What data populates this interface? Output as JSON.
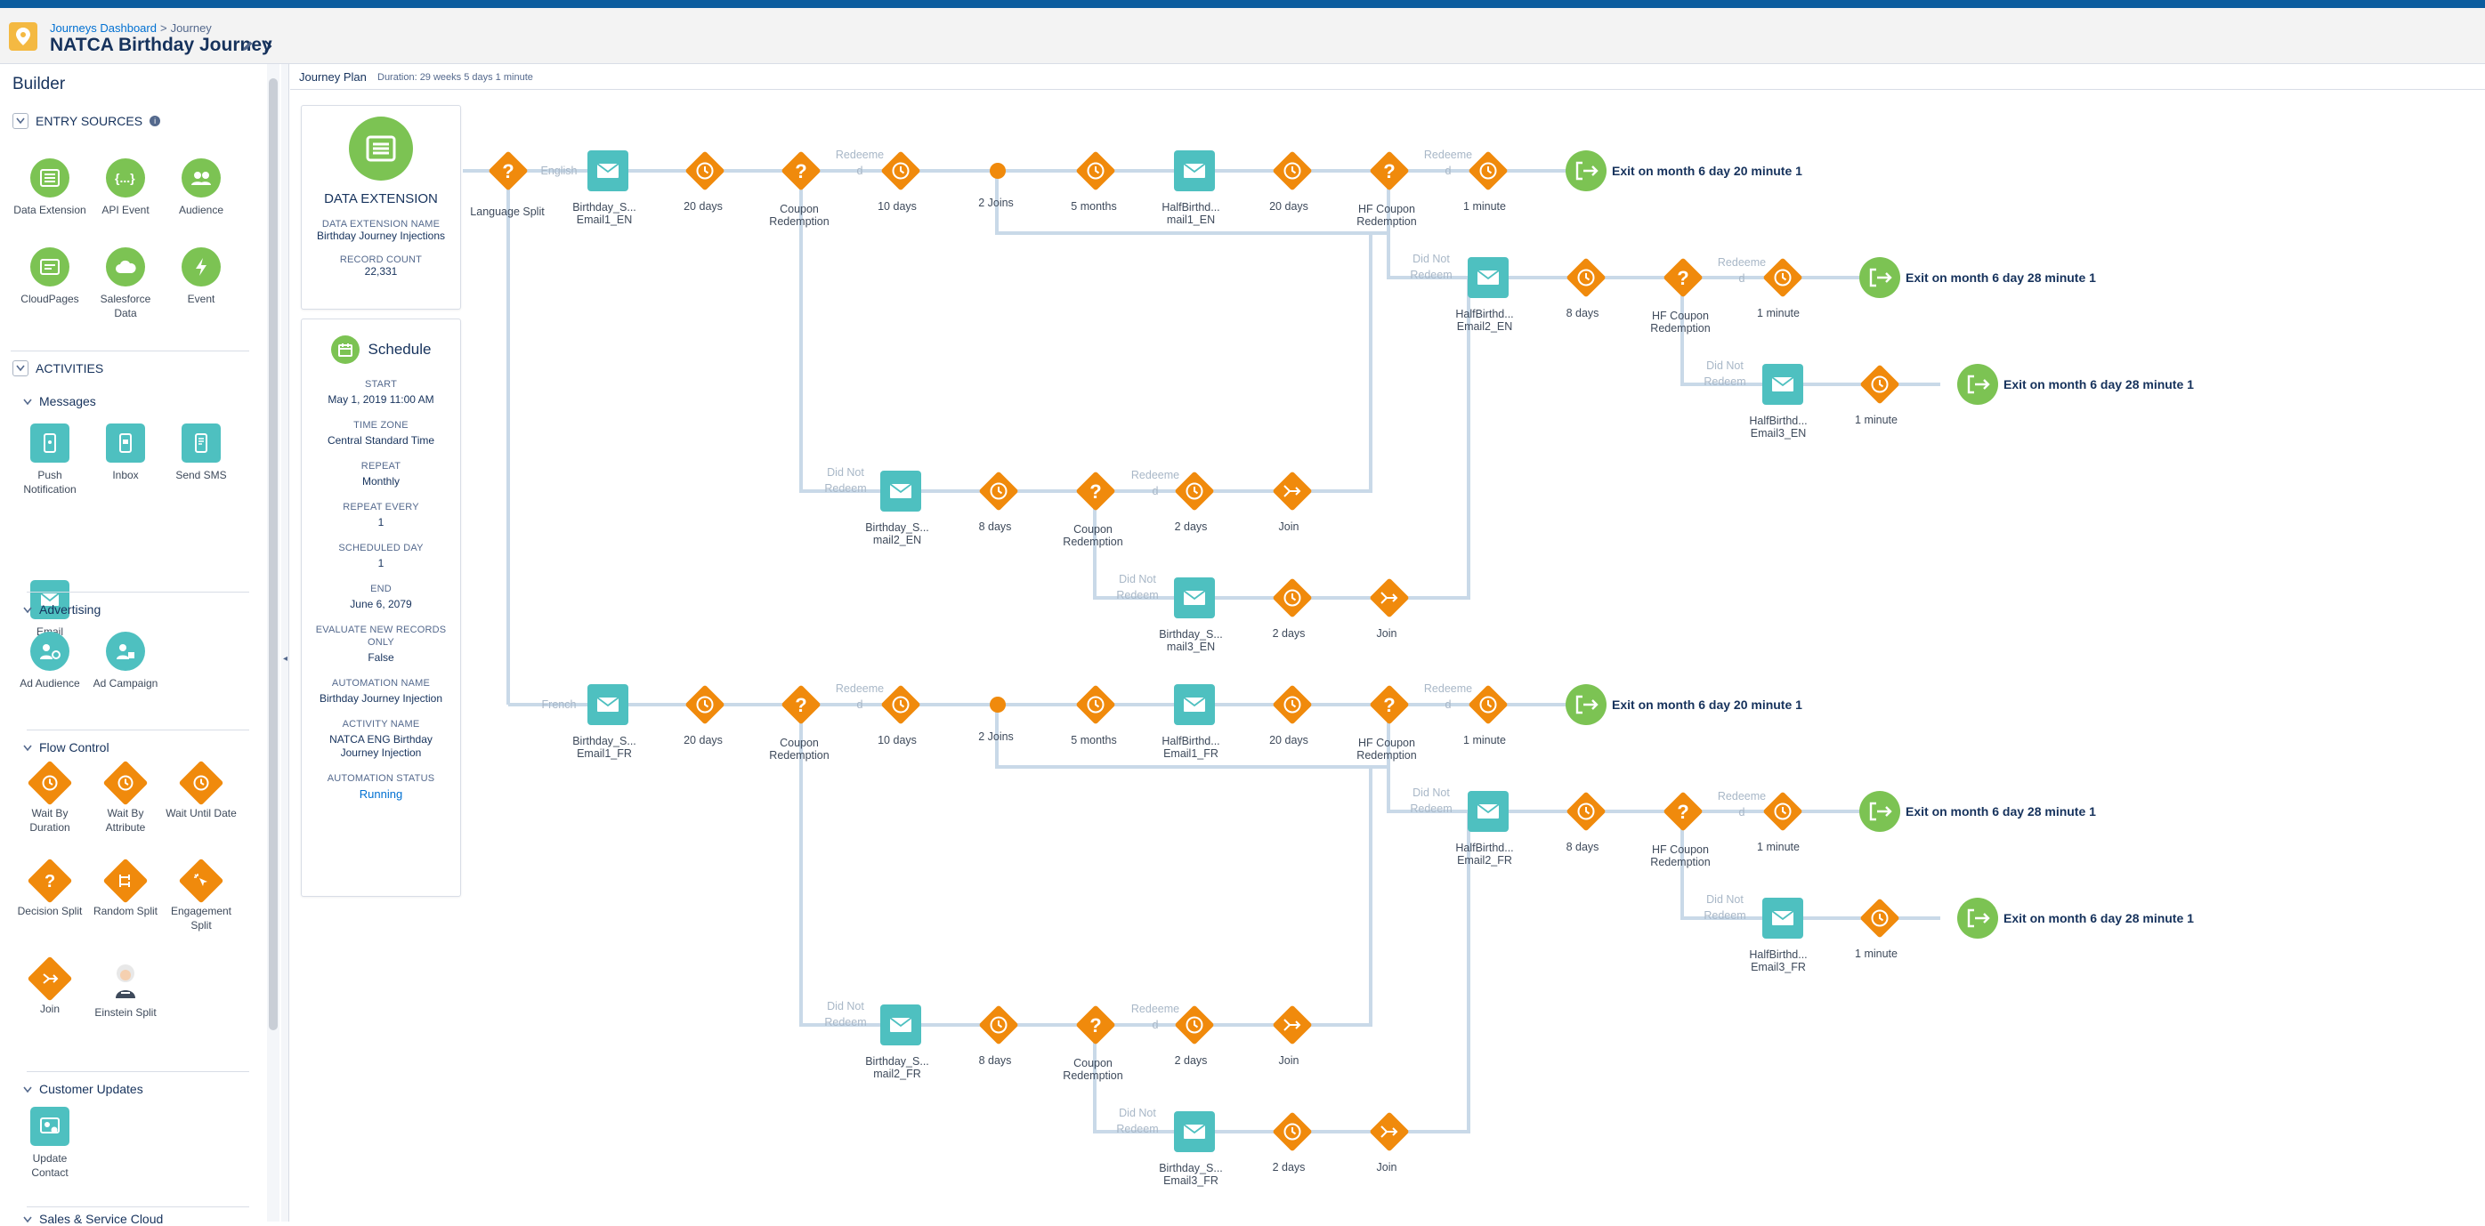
{
  "header": {
    "breadcrumb_root": "Journeys Dashboard",
    "breadcrumb_sep": ">",
    "breadcrumb_current": "Journey",
    "title": "NATCA Birthday Journey"
  },
  "sidebar": {
    "title": "Builder",
    "entry_sources_label": "ENTRY SOURCES",
    "entry_sources": [
      {
        "label": "Data Extension",
        "icon": "data-extension-icon"
      },
      {
        "label": "API Event",
        "icon": "api-event-icon"
      },
      {
        "label": "Audience",
        "icon": "audience-icon"
      },
      {
        "label": "CloudPages",
        "icon": "cloudpages-icon"
      },
      {
        "label": "Salesforce Data",
        "icon": "salesforce-data-icon"
      },
      {
        "label": "Event",
        "icon": "event-icon"
      }
    ],
    "activities_label": "ACTIVITIES",
    "messages_label": "Messages",
    "messages": [
      {
        "label": "Push Notification"
      },
      {
        "label": "Inbox"
      },
      {
        "label": "Send SMS"
      },
      {
        "label": "Email"
      }
    ],
    "advertising_label": "Advertising",
    "advertising": [
      {
        "label": "Ad Audience"
      },
      {
        "label": "Ad Campaign"
      }
    ],
    "flow_control_label": "Flow Control",
    "flow_control": [
      {
        "label": "Wait By Duration"
      },
      {
        "label": "Wait By Attribute"
      },
      {
        "label": "Wait Until Date"
      },
      {
        "label": "Decision Split"
      },
      {
        "label": "Random Split"
      },
      {
        "label": "Engagement Split"
      },
      {
        "label": "Join"
      },
      {
        "label": "Einstein Split"
      }
    ],
    "customer_updates_label": "Customer Updates",
    "customer_updates": [
      {
        "label": "Update Contact"
      }
    ],
    "sales_service_label": "Sales & Service Cloud"
  },
  "plan": {
    "title": "Journey Plan",
    "duration": "Duration: 29 weeks 5 days 1 minute"
  },
  "data_extension_card": {
    "heading": "DATA EXTENSION",
    "name_label": "DATA EXTENSION NAME",
    "name_value": "Birthday Journey Injections",
    "count_label": "RECORD COUNT",
    "count_value": "22,331"
  },
  "schedule_card": {
    "heading": "Schedule",
    "fields": [
      {
        "label": "START",
        "value": "May 1, 2019 11:00 AM"
      },
      {
        "label": "TIME ZONE",
        "value": "Central Standard Time"
      },
      {
        "label": "REPEAT",
        "value": "Monthly"
      },
      {
        "label": "REPEAT EVERY",
        "value": "1"
      },
      {
        "label": "SCHEDULED DAY",
        "value": "1"
      },
      {
        "label": "END",
        "value": "June 6, 2079"
      },
      {
        "label": "EVALUATE NEW RECORDS ONLY",
        "value": "False"
      },
      {
        "label": "AUTOMATION NAME",
        "value": "Birthday Journey Injection"
      },
      {
        "label": "ACTIVITY NAME",
        "value": "NATCA ENG Birthday Journey Injection"
      },
      {
        "label": "AUTOMATION STATUS",
        "value": "Running"
      }
    ]
  },
  "canvas": {
    "split": {
      "label": "Language Split",
      "branch_en": "English",
      "branch_fr": "French"
    },
    "english": {
      "email1": [
        "Birthday_S...",
        "Email1_EN"
      ],
      "wait1": "20 days",
      "decision1": [
        "Coupon",
        "Redemption"
      ],
      "redeemed1": [
        "Redeeme",
        "d"
      ],
      "wait2": "10 days",
      "joins": "2 Joins",
      "wait3": "5 months",
      "email_hf1": [
        "HalfBirthd...",
        "mail1_EN"
      ],
      "wait4": "20 days",
      "decision_hf1": [
        "HF Coupon",
        "Redemption"
      ],
      "redeemed_hf1": [
        "Redeeme",
        "d"
      ],
      "wait5": "1 minute",
      "exit1": "Exit on month 6 day 20 minute 1",
      "did_not_hf1": [
        "Did Not",
        "Redeem"
      ],
      "email_hf2": [
        "HalfBirthd...",
        "Email2_EN"
      ],
      "wait6": "8 days",
      "decision_hf2": [
        "HF Coupon",
        "Redemption"
      ],
      "redeemed_hf2": [
        "Redeeme",
        "d"
      ],
      "wait7": "1 minute",
      "exit2": "Exit on month 6 day 28 minute 1",
      "did_not_hf2": [
        "Did Not",
        "Redeem"
      ],
      "email_hf3": [
        "HalfBirthd...",
        "Email3_EN"
      ],
      "wait8": "1 minute",
      "exit3": "Exit on month 6 day 28 minute 1",
      "did_not_1": [
        "Did Not",
        "Redeem"
      ],
      "email2": [
        "Birthday_S...",
        "mail2_EN"
      ],
      "wait9": "8 days",
      "decision2": [
        "Coupon",
        "Redemption"
      ],
      "redeemed2": [
        "Redeeme",
        "d"
      ],
      "wait10": "2 days",
      "join1": "Join",
      "did_not_2": [
        "Did Not",
        "Redeem"
      ],
      "email3": [
        "Birthday_S...",
        "mail3_EN"
      ],
      "wait11": "2 days",
      "join2": "Join"
    },
    "french": {
      "email1": [
        "Birthday_S...",
        "Email1_FR"
      ],
      "wait1": "20 days",
      "decision1": [
        "Coupon",
        "Redemption"
      ],
      "redeemed1": [
        "Redeeme",
        "d"
      ],
      "wait2": "10 days",
      "joins": "2 Joins",
      "wait3": "5 months",
      "email_hf1": [
        "HalfBirthd...",
        "Email1_FR"
      ],
      "wait4": "20 days",
      "decision_hf1": [
        "HF Coupon",
        "Redemption"
      ],
      "redeemed_hf1": [
        "Redeeme",
        "d"
      ],
      "wait5": "1 minute",
      "exit1": "Exit on month 6 day 20 minute 1",
      "did_not_hf1": [
        "Did Not",
        "Redeem"
      ],
      "email_hf2": [
        "HalfBirthd...",
        "Email2_FR"
      ],
      "wait6": "8 days",
      "decision_hf2": [
        "HF Coupon",
        "Redemption"
      ],
      "redeemed_hf2": [
        "Redeeme",
        "d"
      ],
      "wait7": "1 minute",
      "exit2": "Exit on month 6 day 28 minute 1",
      "did_not_hf2": [
        "Did Not",
        "Redeem"
      ],
      "email_hf3": [
        "HalfBirthd...",
        "Email3_FR"
      ],
      "wait8": "1 minute",
      "exit3": "Exit on month 6 day 28 minute 1",
      "did_not_1": [
        "Did Not",
        "Redeem"
      ],
      "email2": [
        "Birthday_S...",
        "mail2_FR"
      ],
      "wait9": "8 days",
      "decision2": [
        "Coupon",
        "Redemption"
      ],
      "redeemed2": [
        "Redeeme",
        "d"
      ],
      "wait10": "2 days",
      "join1": "Join",
      "did_not_2": [
        "Did Not",
        "Redeem"
      ],
      "email3": [
        "Birthday_S...",
        "Email3_FR"
      ],
      "wait11": "2 days",
      "join2": "Join"
    }
  },
  "colors": {
    "accent_orange": "#f08a0c",
    "email_teal": "#4ec0c0",
    "entry_green": "#7cc353",
    "connector": "#c9d9e8",
    "link_blue": "#0070d2",
    "top_band": "#0b5c9e"
  }
}
